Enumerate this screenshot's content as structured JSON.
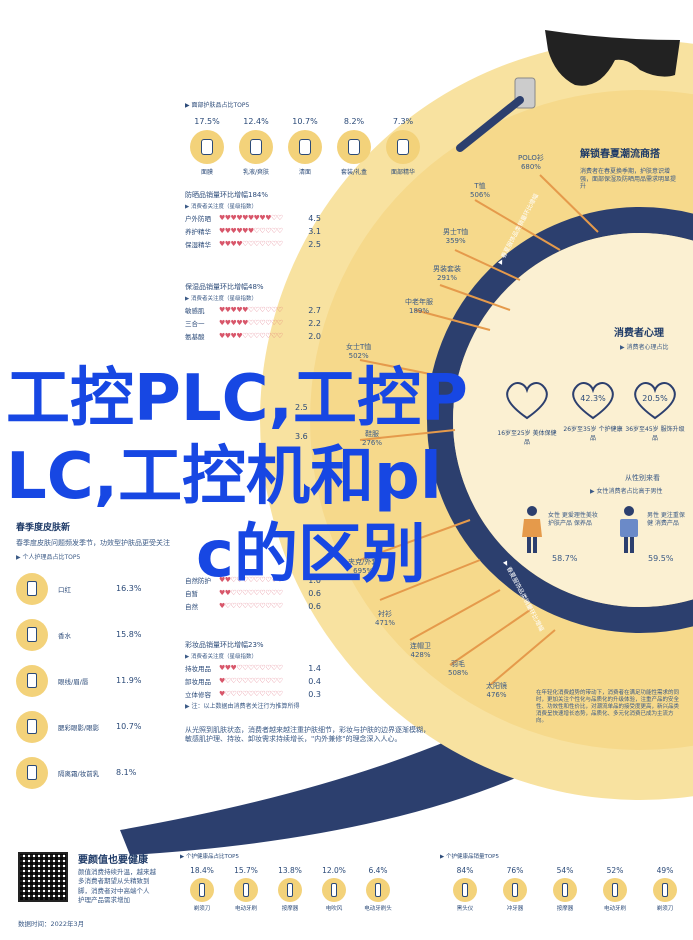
{
  "top_stats": {
    "title": "▶ 面部护肤品占比TOP5",
    "items": [
      {
        "pct": "17.5%",
        "label": "面膜"
      },
      {
        "pct": "12.4%",
        "label": "乳液/爽肤"
      },
      {
        "pct": "10.7%",
        "label": "清面"
      },
      {
        "pct": "8.2%",
        "label": "套装/礼盒"
      },
      {
        "pct": "7.3%",
        "label": "面部精华"
      }
    ]
  },
  "list_a": {
    "head": "防晒品销量环比增幅184%",
    "sub": "▶ 消费者关注度（星级指数）",
    "rows": [
      {
        "name": "户外防晒",
        "hearts": "♥♥♥♥♥♥♥♥♥♡♡",
        "val": "4.5"
      },
      {
        "name": "养护精华",
        "hearts": "♥♥♥♥♥♥♡♡♡♡♡",
        "val": "3.1"
      },
      {
        "name": "保湿精华",
        "hearts": "♥♥♥♥♡♡♡♡♡♡♡",
        "val": "2.5"
      }
    ]
  },
  "list_b": {
    "head": "保湿品销量环比增幅48%",
    "sub": "▶ 消费者关注度（星级指数）",
    "rows": [
      {
        "name": "敏感肌",
        "hearts": "♥♥♥♥♥♡♡♡♡♡♡",
        "val": "2.7"
      },
      {
        "name": "三合一",
        "hearts": "♥♥♥♥♥♡♡♡♡♡♡",
        "val": "2.2"
      },
      {
        "name": "氨基酸",
        "hearts": "♥♥♥♥♡♡♡♡♡♡♡",
        "val": "2.0"
      }
    ]
  },
  "list_c_values": [
    "2.5",
    "3.6"
  ],
  "list_d": {
    "rows": [
      {
        "name": "自然防护",
        "hearts": "♥♥♡♡♡♡♡♡♡♡♡",
        "val": "1.0"
      },
      {
        "name": "自暂",
        "hearts": "♥♥♡♡♡♡♡♡♡♡♡",
        "val": "0.6"
      },
      {
        "name": "自然",
        "hearts": "♥♡♡♡♡♡♡♡♡♡♡",
        "val": "0.6"
      }
    ]
  },
  "list_e": {
    "head": "彩妆品销量环比增幅23%",
    "sub": "▶ 消费者关注度（星级指数）",
    "rows": [
      {
        "name": "持妆用品",
        "hearts": "♥♥♥♡♡♡♡♡♡♡♡",
        "val": "1.4"
      },
      {
        "name": "卸妆用品",
        "hearts": "♥♡♡♡♡♡♡♡♡♡♡",
        "val": "0.4"
      },
      {
        "name": "立体修容",
        "hearts": "♥♡♡♡♡♡♡♡♡♡♡",
        "val": "0.3"
      }
    ],
    "note": "▶ 注：以上数据由消费者关注行为推算所得"
  },
  "paragraph_mid": "从光照到肌肤状态，消费者越来越注重护肤细节，彩妆与护肤的边界逐渐模糊，敏感肌护理、持妆、卸妆需求持续增长，\"内外兼修\"的理念深入人心。",
  "left_col": {
    "title": "春季度皮肤新",
    "intro": "春季度皮肤问题频发季节，功效型护肤品更受关注",
    "sub": "▶ 个人护理品占比TOP5",
    "rows": [
      {
        "name": "口红",
        "pct": "16.3%"
      },
      {
        "name": "香水",
        "pct": "15.8%"
      },
      {
        "name": "眼线/眉/唇",
        "pct": "11.9%"
      },
      {
        "name": "腮彩眼影/眼影",
        "pct": "10.7%"
      },
      {
        "name": "隔离霜/妆前乳",
        "pct": "8.1%"
      }
    ]
  },
  "right_top": {
    "title": "解锁春夏潮流商搭",
    "desc": "消费者在春夏换季期，护肤意识增强，面部保湿及防晒用品需求明显提升",
    "rays": [
      {
        "name": "POLO衫",
        "val": "680%"
      },
      {
        "name": "T恤",
        "val": "506%"
      },
      {
        "name": "男士T恤",
        "val": "359%"
      },
      {
        "name": "男装套装",
        "val": "291%"
      },
      {
        "name": "中老年服",
        "val": "189%"
      },
      {
        "name": "女士T恤",
        "val": "502%"
      },
      {
        "name": "鞋服",
        "val": "276%"
      },
      {
        "name": "夹克/外套",
        "val": "695%"
      },
      {
        "name": "衬衫",
        "val": "471%"
      },
      {
        "name": "连帽卫",
        "val": "428%"
      },
      {
        "name": "羽毛",
        "val": "508%"
      },
      {
        "name": "太阳镜",
        "val": "476%"
      }
    ],
    "arc_label_top": "▶ 春夏服饰品类销量环比增幅",
    "arc_label_bottom": "▶ 春夏服饰品类销量环比增幅"
  },
  "consumer": {
    "title": "消费者心理",
    "sub": "▶ 消费者心理占比",
    "hearts": [
      {
        "val": "",
        "label": "16岁至25岁 美体保健品"
      },
      {
        "val": "42.3%",
        "label": "26岁至35岁 个护健康品"
      },
      {
        "val": "20.5%",
        "label": "36岁至45岁 服饰升级品"
      }
    ],
    "gender_title": "从性别来看",
    "gender_sub": "▶ 女性消费者占比高于男性",
    "female": {
      "label": "女性 更爱理性美妆 护肤产品 保养品",
      "pct": "58.7%"
    },
    "male": {
      "label": "男性 更注重保健 消费产品",
      "pct": "59.5%"
    }
  },
  "right_paragraph": "在年轻化消费趋势的带动下，消费者在满足功能性需求的同时，更加关注个性化与品质化的升级体验，注重产品的安全性、功效性和性价比，对潮流单品的接受度更高，新兴品类消费呈快速增长态势，品质化、多元化消费已成为主流方向。",
  "bottom_left": {
    "title": "要颜值也要健康",
    "lines": [
      "颜值消费持续升温，越来越",
      "多消费者期望从头精致到",
      "脚，消费者对中高端个人",
      "护理产品需求增加"
    ],
    "date": "数据时间：2022年3月"
  },
  "bottom_mid": {
    "title": "▶ 个护健康品占比TOP5",
    "items": [
      {
        "pct": "18.4%",
        "label": "剃须刀"
      },
      {
        "pct": "15.7%",
        "label": "电动牙刷"
      },
      {
        "pct": "13.8%",
        "label": "按摩器"
      },
      {
        "pct": "12.0%",
        "label": "电吹风"
      },
      {
        "pct": "6.4%",
        "label": "电动牙刷头"
      }
    ]
  },
  "bottom_right": {
    "title": "▶ 个护健康品销量TOP5",
    "items": [
      {
        "pct": "84%",
        "label": "黑头仪"
      },
      {
        "pct": "76%",
        "label": "冲牙器"
      },
      {
        "pct": "54%",
        "label": "按摩器"
      },
      {
        "pct": "52%",
        "label": "电动牙刷"
      },
      {
        "pct": "49%",
        "label": "剃须刀"
      }
    ]
  },
  "overlay_title": {
    "line1": "工控PLC,工控P",
    "line2": "LC,工控机和pl",
    "line3": "c的区别"
  },
  "colors": {
    "accent": "#1747e3",
    "navy": "#2b4a78",
    "yellow": "#f3d27a",
    "dark_blue": "#2c3f6e",
    "orange": "#e59a4b"
  }
}
